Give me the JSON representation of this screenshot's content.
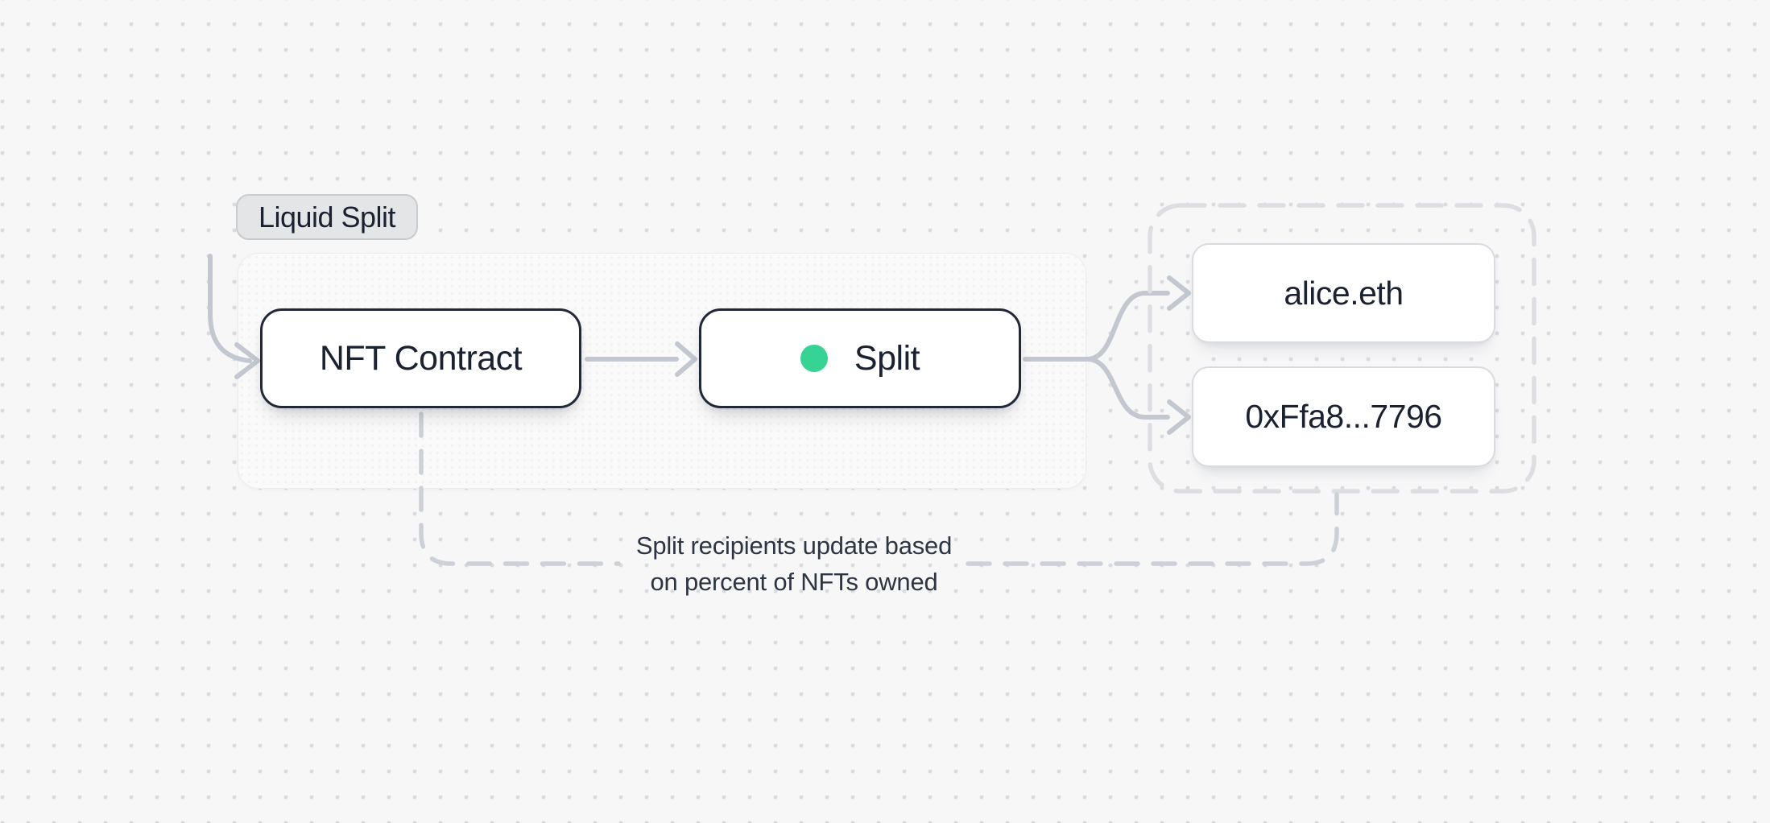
{
  "canvas": {
    "badge": {
      "label": "Liquid Split"
    },
    "nodes": [
      {
        "id": "nft-contract",
        "label": "NFT Contract"
      },
      {
        "id": "split",
        "label": "Split",
        "status_dot_color": "#36d394"
      }
    ],
    "recipients": [
      {
        "label": "alice.eth"
      },
      {
        "label": "0xFfa8...7796"
      }
    ],
    "annotation": {
      "line1": "Split recipients update based",
      "line2": "on percent of NFTs owned"
    },
    "colors": {
      "accent_green": "#36d394",
      "node_border": "#212939",
      "node_text": "#1a2130",
      "connector_gray": "#c3c8d0",
      "annotation_dash_gray": "#ccd0d7",
      "group_dash_gray": "#dcdee2",
      "canvas_bg": "#f7f7f8",
      "grid_dot": "#d9dbdf",
      "badge_bg": "#e4e5e7"
    }
  }
}
